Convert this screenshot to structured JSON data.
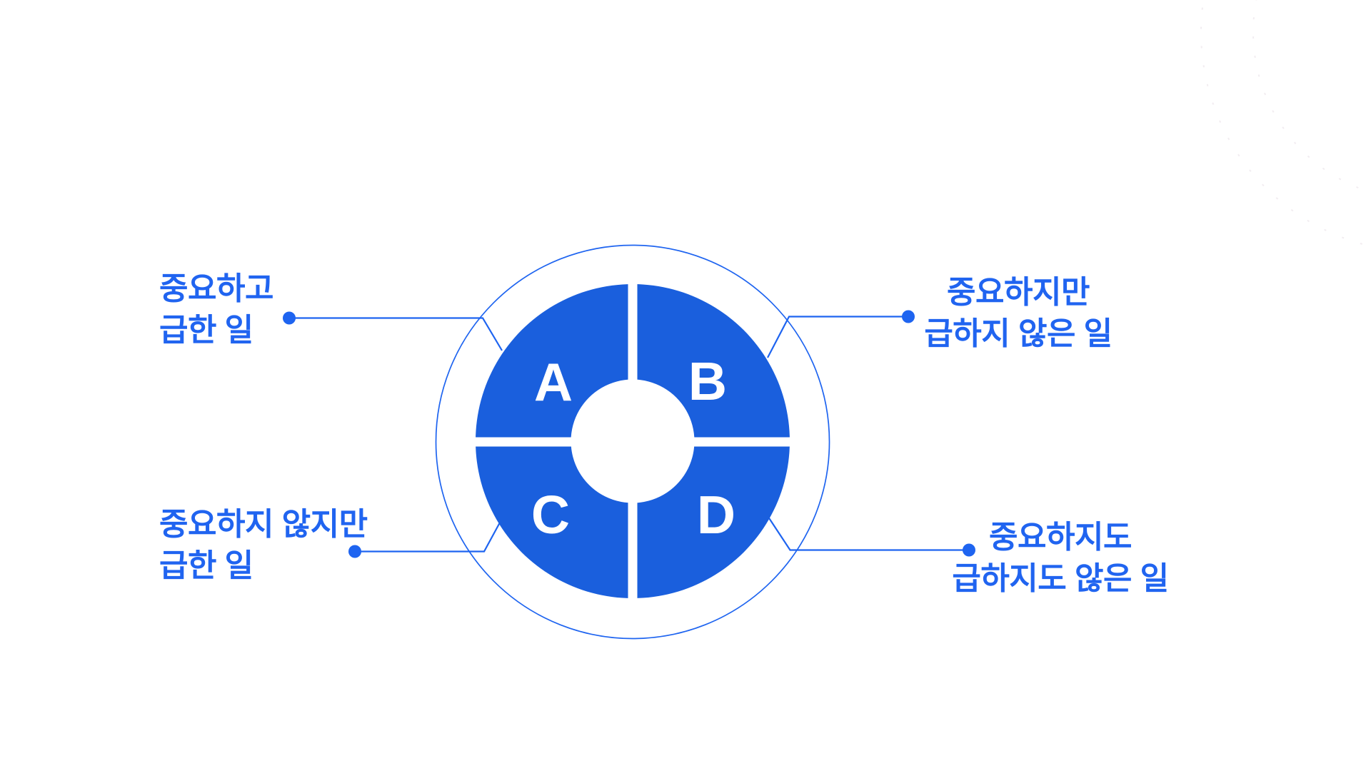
{
  "figure": {
    "type": "quadrant-donut-diagram",
    "quadrants": [
      {
        "letter": "A",
        "position": "top-left",
        "label_line1": "중요하고",
        "label_line2": "급한 일"
      },
      {
        "letter": "B",
        "position": "top-right",
        "label_line1": "중요하지만",
        "label_line2": "급하지 않은 일"
      },
      {
        "letter": "C",
        "position": "bottom-left",
        "label_line1": "중요하지 않지만",
        "label_line2": "급한 일"
      },
      {
        "letter": "D",
        "position": "bottom-right",
        "label_line1": "중요하지도",
        "label_line2": "급하지도 않은 일"
      }
    ]
  },
  "colors": {
    "accent_blue": "#1e64f0",
    "donut_blue": "#1a5fdd",
    "label_text_blue": "#2064f0",
    "letter_white": "#ffffff",
    "background": "#ffffff",
    "deco_gray": "#f2edf1"
  }
}
